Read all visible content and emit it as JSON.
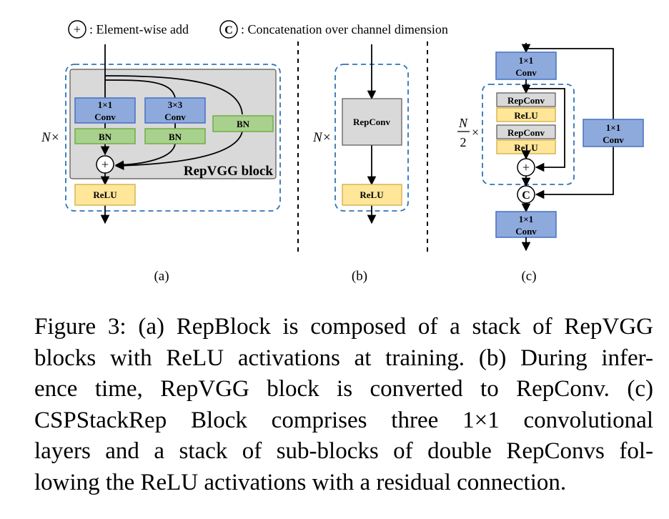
{
  "legend": {
    "add_symbol": "+",
    "add_text": ": Element-wise add",
    "concat_symbol": "C",
    "concat_text": ": Concatenation over channel dimension"
  },
  "panel_a": {
    "conv1_line1": "1×1",
    "conv1_line2": "Conv",
    "conv3_line1": "3×3",
    "conv3_line2": "Conv",
    "bn1": "BN",
    "bn2": "BN",
    "bn3": "BN",
    "plus": "+",
    "block_label": "RepVGG block",
    "relu": "ReLU",
    "repeat_n": "N",
    "repeat_times": "×",
    "sub_label": "(a)"
  },
  "panel_b": {
    "repconv": "RepConv",
    "relu": "ReLU",
    "repeat_n": "N",
    "repeat_times": "×",
    "sub_label": "(b)"
  },
  "panel_c": {
    "top_conv_line1": "1×1",
    "top_conv_line2": "Conv",
    "repconv1": "RepConv",
    "relu1": "ReLU",
    "repconv2": "RepConv",
    "relu2": "ReLU",
    "plus": "+",
    "concat": "C",
    "side_conv_line1": "1×1",
    "side_conv_line2": "Conv",
    "bottom_conv_line1": "1×1",
    "bottom_conv_line2": "Conv",
    "frac_num": "N",
    "frac_den": "2",
    "repeat_times": "×",
    "sub_label": "(c)"
  },
  "caption_lines": [
    "Figure 3: (a) RepBlock is composed of a stack of RepVGG",
    "blocks with ReLU activations at training. (b) During infer-",
    "ence time, RepVGG block is converted to RepConv. (c)",
    "CSPStackRep Block comprises three 1×1 convolutional",
    "layers and a stack of sub-blocks of double RepConvs fol-",
    "lowing the ReLU activations with a residual connection."
  ],
  "colors": {
    "conv_fill": "#8ea9db",
    "conv_stroke": "#4472c4",
    "bn_fill": "#a9d18e",
    "bn_stroke": "#70ad47",
    "relu_fill": "#ffe699",
    "relu_stroke": "#d6b656",
    "repconv_fill": "#d9d9d9",
    "gray_block": "#d9d9d9",
    "dashed_border": "#2e75b6"
  }
}
